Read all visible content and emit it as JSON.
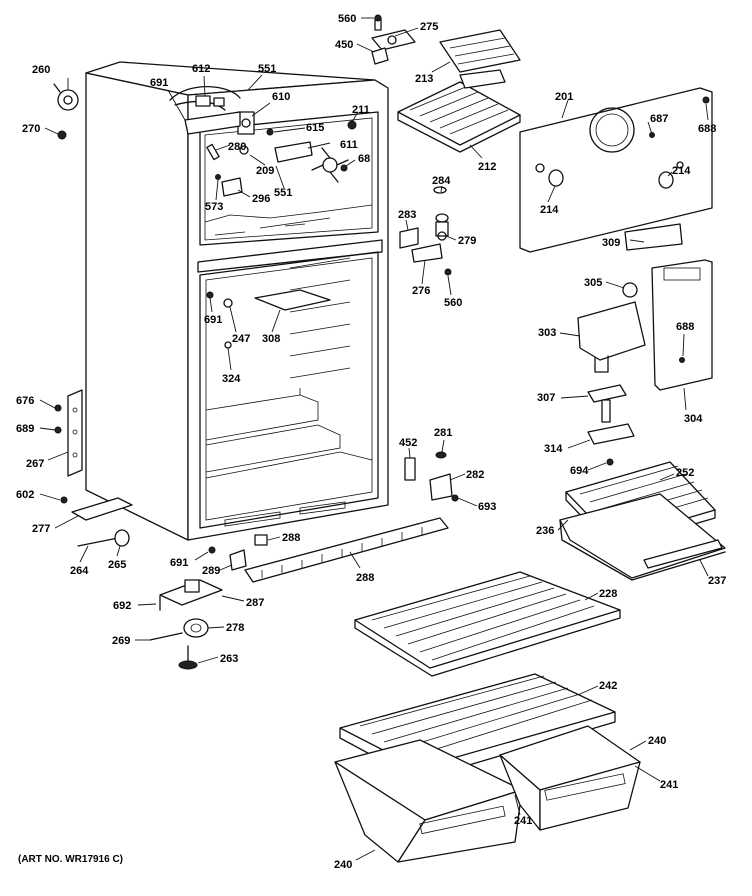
{
  "diagram": {
    "art_number": "(ART NO. WR17916 C)",
    "labels": [
      "560",
      "275",
      "450",
      "213",
      "260",
      "270",
      "691",
      "612",
      "551",
      "610",
      "211",
      "615",
      "611",
      "68",
      "209",
      "280",
      "551",
      "573",
      "296",
      "212",
      "201",
      "687",
      "688",
      "214",
      "214",
      "284",
      "283",
      "279",
      "276",
      "560",
      "309",
      "305",
      "303",
      "688",
      "304",
      "691",
      "247",
      "308",
      "324",
      "307",
      "314",
      "694",
      "252",
      "676",
      "689",
      "267",
      "452",
      "281",
      "282",
      "693",
      "602",
      "277",
      "236",
      "237",
      "264",
      "265",
      "691",
      "288",
      "289",
      "288",
      "692",
      "287",
      "228",
      "269",
      "278",
      "263",
      "242",
      "240",
      "241",
      "241",
      "240"
    ]
  }
}
